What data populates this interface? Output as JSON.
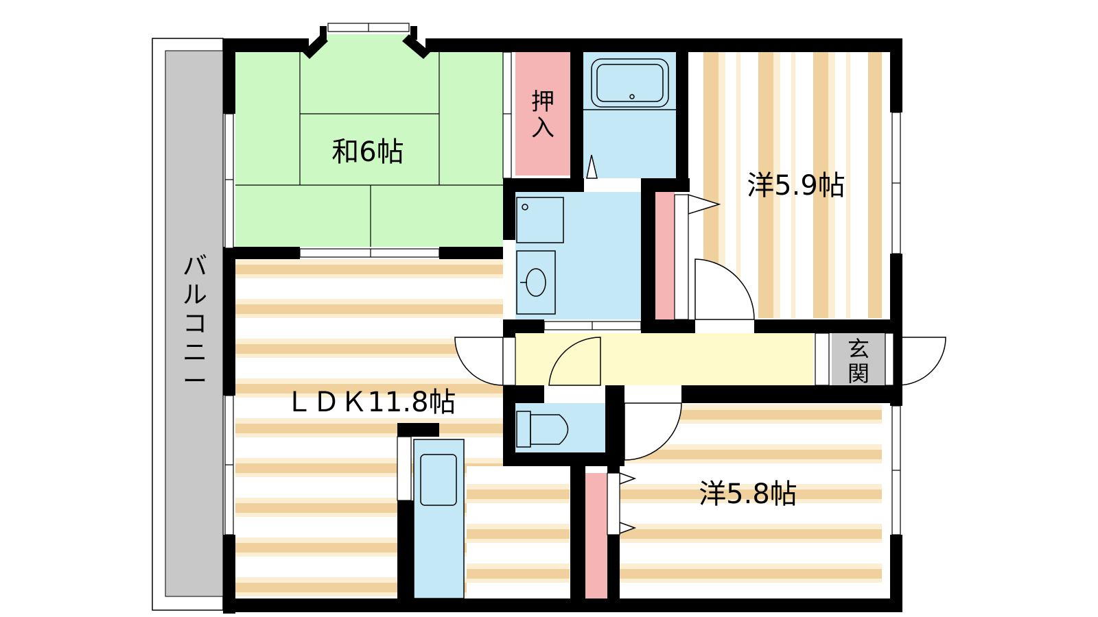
{
  "rooms": {
    "washitsu": "和6帖",
    "oshiire": "押入",
    "western_1": "洋5.9帖",
    "ldk": "ＬＤＫ11.8帖",
    "western_2": "洋5.8帖",
    "balcony": "バルコニー",
    "genkan": "玄関"
  },
  "colors": {
    "tatami": "#ccf8c4",
    "closet": "#f6b5b5",
    "wet_area": "#c4e8f6",
    "floor_stripe": "#f0d09c",
    "floor_stripe_light": "#fbeed3",
    "hallway": "#fffacb",
    "genkan": "#c8c8c8",
    "balcony": "#c8c8c8",
    "wall": "#000000"
  }
}
